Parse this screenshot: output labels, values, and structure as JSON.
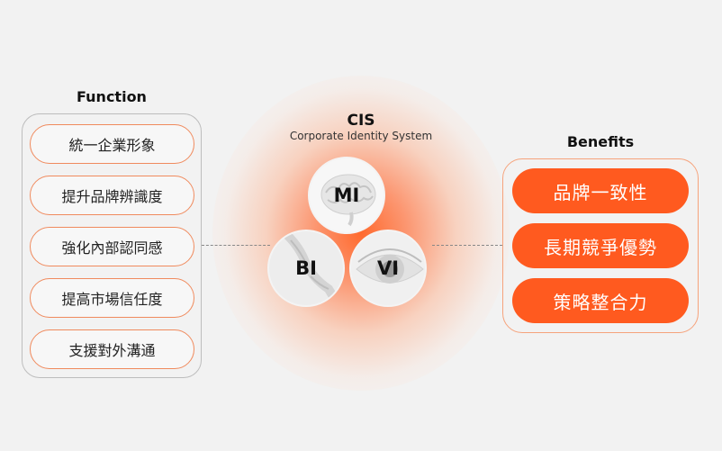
{
  "function": {
    "title": "Function",
    "items": [
      "統一企業形象",
      "提升品牌辨識度",
      "強化內部認同感",
      "提高市場信任度",
      "支援對外溝通"
    ]
  },
  "cis": {
    "title": "CIS",
    "subtitle": "Corporate Identity System",
    "circles": {
      "mi": {
        "label": "MI",
        "icon": "brain-icon"
      },
      "bi": {
        "label": "BI",
        "icon": "handshake-icon"
      },
      "vi": {
        "label": "VI",
        "icon": "eye-icon"
      }
    }
  },
  "benefits": {
    "title": "Benefits",
    "items": [
      "品牌一致性",
      "長期競爭優勢",
      "策略整合力"
    ]
  },
  "colors": {
    "accent": "#ff5a1f",
    "background": "#f2f2f2"
  }
}
